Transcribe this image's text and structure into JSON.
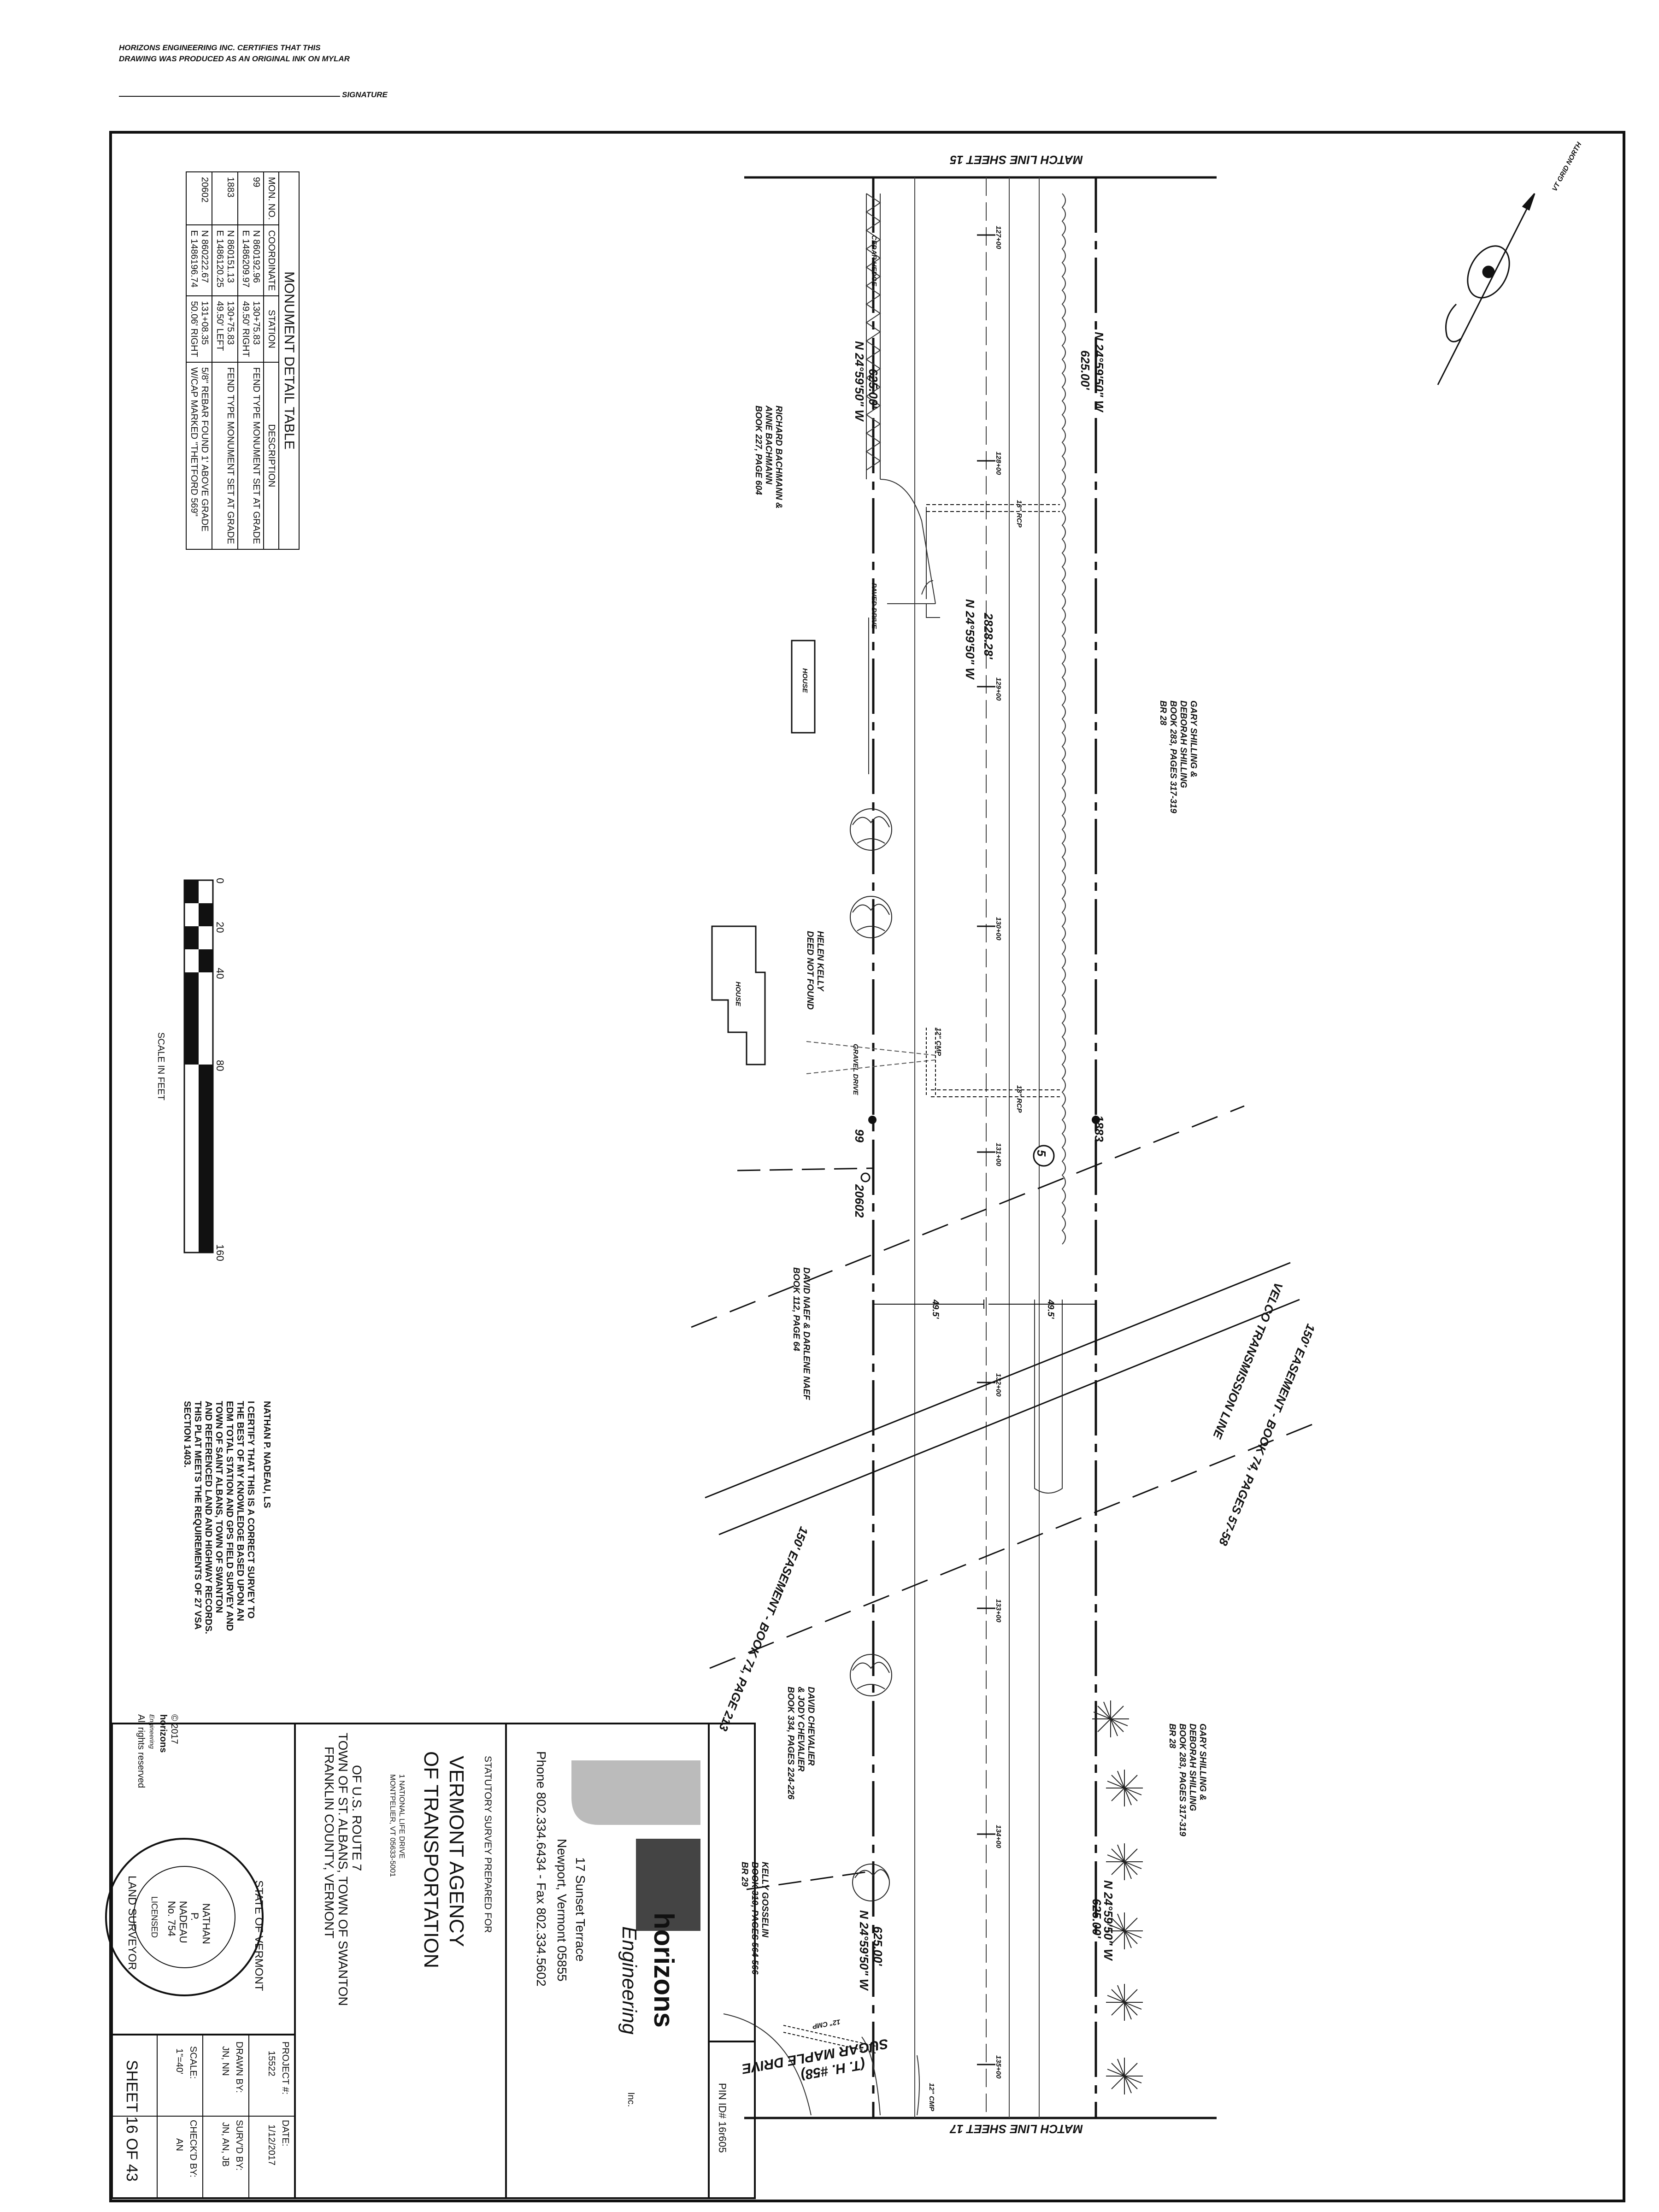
{
  "certification": {
    "line1": "HORIZONS ENGINEERING INC. CERTIFIES THAT THIS",
    "line2": "DRAWING WAS PRODUCED AS AN ORIGINAL INK ON MYLAR",
    "signature_label": "SIGNATURE"
  },
  "north_arrow": {
    "label": "VT GRID NORTH"
  },
  "match_lines": {
    "top": "MATCH LINE SHEET 15",
    "bottom": "MATCH LINE SHEET 17"
  },
  "monument_table": {
    "title": "MONUMENT DETAIL TABLE",
    "headers": [
      "MON. NO.",
      "COORDINATE",
      "STATION",
      "DESCRIPTION"
    ],
    "rows": [
      {
        "mon": "99",
        "n": "N 860192.96",
        "e": "E 1486209.97",
        "sta": "130+75.83",
        "off": "49.50' RIGHT",
        "desc1": "FEND TYPE MONUMENT SET AT GRADE",
        "desc2": ""
      },
      {
        "mon": "1883",
        "n": "N 860151.13",
        "e": "E 1486120.25",
        "sta": "130+75.83",
        "off": "49.50' LEFT",
        "desc1": "FEND TYPE MONUMENT SET AT GRADE",
        "desc2": ""
      },
      {
        "mon": "20602",
        "n": "N 860222.67",
        "e": "E 1486196.74",
        "sta": "131+08.35",
        "off": "50.06' RIGHT",
        "desc1": "5/8\" REBAR FOUND 1' ABOVE GRADE",
        "desc2": "W/CAP MARKED \"THETFORD 569\""
      }
    ]
  },
  "scale": {
    "ticks": [
      "0",
      "20",
      "40",
      "80",
      "160"
    ],
    "label": "SCALE IN FEET"
  },
  "surveyor_cert": {
    "name": "NATHAN P. NADEAU, LS",
    "lines": [
      "I CERTIFY THAT THIS IS A CORRECT SURVEY TO",
      "THE BEST OF MY KNOWLEDGE BASED UPON AN",
      "EDM TOTAL STATION AND GPS FIELD SURVEY AND",
      "TOWN OF SAINT ALBANS, TOWN OF SWANTON",
      "AND REFERENCED LAND AND HIGHWAY RECORDS.",
      "THIS PLAT MEETS THE REQUIREMENTS OF 27 VSA",
      "SECTION 1403."
    ]
  },
  "copyright": {
    "year": "© 2017",
    "brand": "horizons",
    "sub": "Engineering",
    "rights": "All rights reserved"
  },
  "owners": {
    "bachmann": [
      "RICHARD BACHMANN &",
      "ANNE BACHMANN",
      "BOOK 227, PAGE 604"
    ],
    "shilling_top": [
      "GARY SHILLING &",
      "DEBORAH SHILLING",
      "BOOK 283, PAGES 317-319",
      "BR 28"
    ],
    "kelly": [
      "HELEN KELLY",
      "DEED NOT FOUND"
    ],
    "naef": [
      "DAVID NAEF & DARLENE NAEF",
      "BOOK 112, PAGE 64"
    ],
    "chevalier": [
      "DAVID CHEVALIER",
      "& JODY CHEVALIER",
      "BOOK 334, PAGES 224-226"
    ],
    "shilling_bottom": [
      "GARY SHILLING &",
      "DEBORAH SHILLING",
      "BOOK 283, PAGES 317-319",
      "BR 28"
    ],
    "gosselin": [
      "KELLY GOSSELIN",
      "BOOK 310, PAGES 564-566",
      "BR 29"
    ]
  },
  "plan_labels": {
    "cedar_hedge": "CEDAR HEDGE",
    "bearing": "N 24°59'50\" W",
    "dist625": "625.00'",
    "dist2828": "2828.28'",
    "rcp18": "18\" RCP",
    "cmp12": "12\" CMP",
    "paved_drive": "PAVED DRIVE",
    "gravel_drive": "GRAVEL DRIVE",
    "house": "HOUSE",
    "stations": [
      "127+00",
      "128+00",
      "129+00",
      "130+00",
      "131+00",
      "132+00",
      "133+00",
      "134+00",
      "135+00"
    ],
    "mon99": "99",
    "mon1883": "1883",
    "mon20602": "20602",
    "width": "49.5'",
    "circle_num": "5",
    "velco": "VELCO TRANSMISSION LINE",
    "easement74": "150' EASEMENT - BOOK 74, PAGES 57-58",
    "easement71": "150' EASEMENT - BOOK 71, PAGE 213",
    "sugar_maple": "SUGAR MAPLE DRIVE",
    "th58": "(T. H. #58)",
    "pin_id": "PIN ID# 16r605"
  },
  "title_block": {
    "firm": "horizons",
    "firm_sub": "Engineering",
    "inc": "Inc.",
    "address1": "17 Sunset Terrace",
    "address2": "Newport, Vermont 05855",
    "phone": "Phone 802.334.6434 - Fax 802.334.5602",
    "prepared_for": "STATUTORY SURVEY PREPARED FOR",
    "client1": "VERMONT AGENCY",
    "client2": "OF TRANSPORTATION",
    "client_addr1": "1 NATIONAL LIFE DRIVE",
    "client_addr2": "MONTPELIER, VT 05633-5001",
    "route": "OF U.S. ROUTE 7",
    "towns": "TOWN OF ST. ALBANS, TOWN OF SWANTON",
    "county": "FRANKLIN COUNTY, VERMONT",
    "project_label": "PROJECT #:",
    "project": "15522",
    "date_label": "DATE:",
    "date": "1/12/2017",
    "survd_label": "SURV'D BY:",
    "survd": "JN, AN, JB",
    "drawn_label": "DRAWN BY:",
    "drawn": "JN, NN",
    "checkd_label": "CHECK'D BY:",
    "checkd": "AN",
    "scale_label": "SCALE:",
    "scale": "1\"=40'",
    "sheet": "SHEET 16 OF 43",
    "seal": [
      "STATE OF VERMONT",
      "NATHAN",
      "P.",
      "NADEAU",
      "No. 754",
      "LICENSED",
      "LAND SURVEYOR"
    ]
  }
}
